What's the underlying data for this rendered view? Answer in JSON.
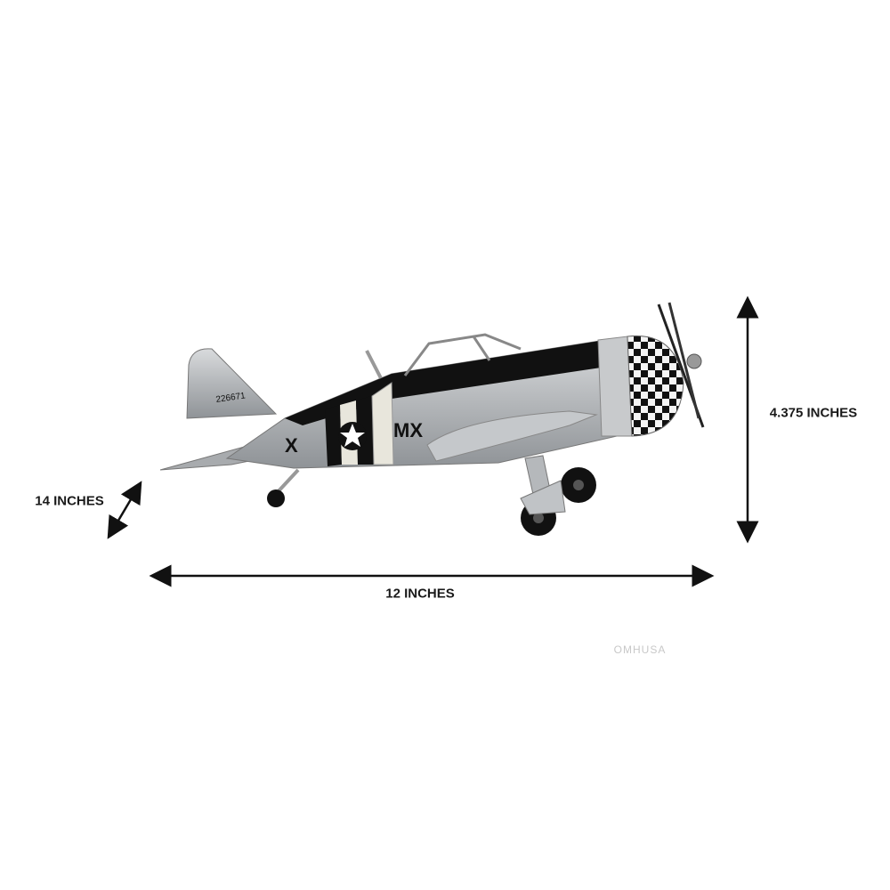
{
  "product": {
    "name_markings": {
      "serial": "226671",
      "left_letter": "X",
      "right_letters": "MX"
    },
    "colors": {
      "body": "#b9bcbf",
      "black": "#111111",
      "cream": "#e8e6dc"
    }
  },
  "dimensions": {
    "depth_label": "14 INCHES",
    "height_label": "4.375 INCHES",
    "length_label": "12 INCHES"
  },
  "watermark": "OMHUSA"
}
